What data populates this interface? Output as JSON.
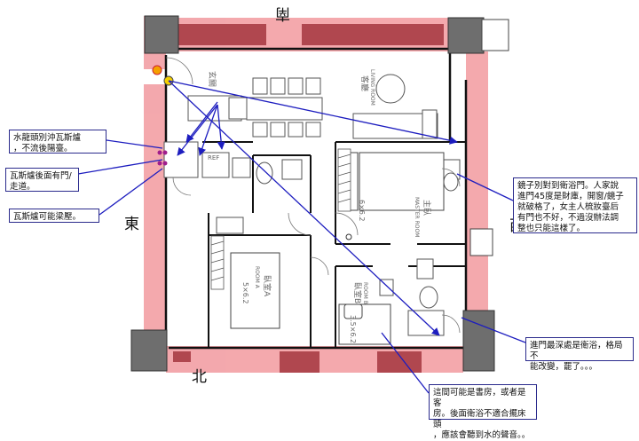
{
  "directions": {
    "south": "南",
    "east": "東",
    "west": "西",
    "north": "北"
  },
  "rooms": {
    "entrance": "玄關",
    "living": "客廳",
    "living_en": "LIVING ROOM",
    "master": "主臥",
    "master_en": "MASTER ROOM",
    "master_size": "6×6.2",
    "room_a": "臥室A",
    "room_a_en": "ROOM A",
    "room_a_size": "5×6.2",
    "room_b": "臥室B",
    "room_b_en": "ROOM B",
    "room_b_size": "3.5×6.2",
    "ref": "REF"
  },
  "notes": {
    "faucet": "水龍頭別沖瓦斯爐\n，不流後陽臺。",
    "stove_door": "瓦斯爐後面有門/\n走道。",
    "stove_beam": "瓦斯爐可能梁壓。",
    "mirror": "鏡子別對到衛浴門。人家說\n進門45度是財庫，開窗/鏡子\n就破格了，女主人梳妝臺后\n有門也不好，不過沒辦法調\n整也只能這樣了。",
    "bathroom": "進門最深處是衛浴，格局不\n能改變，罷了。。。",
    "study": "這間可能是書房，或者是客\n房。後面衛浴不適合擺床頭\n，應該會聽到水的聲音。。"
  },
  "colors": {
    "highlight": "#f29a9f",
    "arrow": "#1d1dbf",
    "column": "#6e6e6e",
    "dark_window": "#b0474f",
    "wall": "#111111"
  }
}
